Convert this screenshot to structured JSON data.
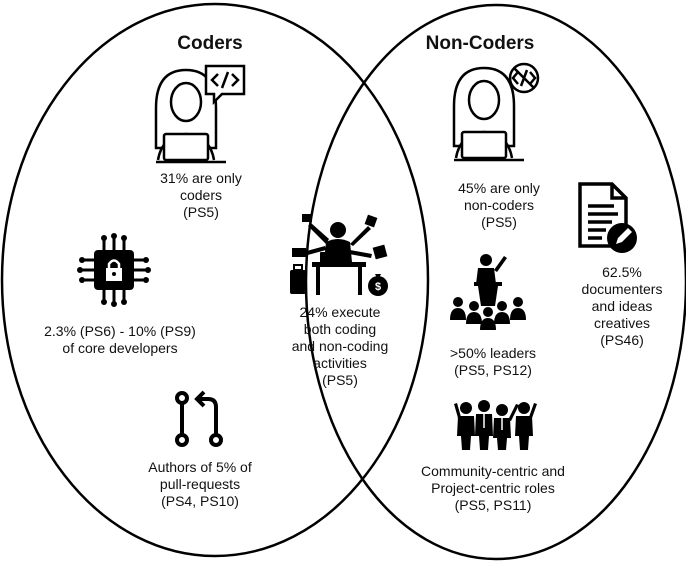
{
  "titles": {
    "left": "Coders",
    "right": "Non-Coders"
  },
  "left": {
    "coders": "31% are only\ncoders\n(PS5)",
    "core": "2.3% (PS6) - 10% (PS9)\nof core developers",
    "pr": "Authors of 5% of\npull-requests\n(PS4, PS10)"
  },
  "center": {
    "both": "24% execute\nboth coding\nand non-coding\nactivities\n(PS5)"
  },
  "right": {
    "noncoders": "45% are only\nnon-coders\n(PS5)",
    "documenters": "62.5%\ndocumenters\nand ideas\ncreatives\n(PS46)",
    "leaders": ">50% leaders\n(PS5, PS12)",
    "community": "Community-centric and\nProject-centric roles\n(PS5, PS11)"
  },
  "icons": {
    "coder": "person-at-laptop-with-code-bubble-icon",
    "noncoder": "person-at-laptop-with-crossed-code-icon",
    "chip": "locked-chip-icon",
    "pr": "pull-request-icon",
    "multitask": "multitasking-person-icon",
    "document": "document-with-pencil-icon",
    "leader": "speaker-at-podium-icon",
    "community": "community-group-icon"
  }
}
